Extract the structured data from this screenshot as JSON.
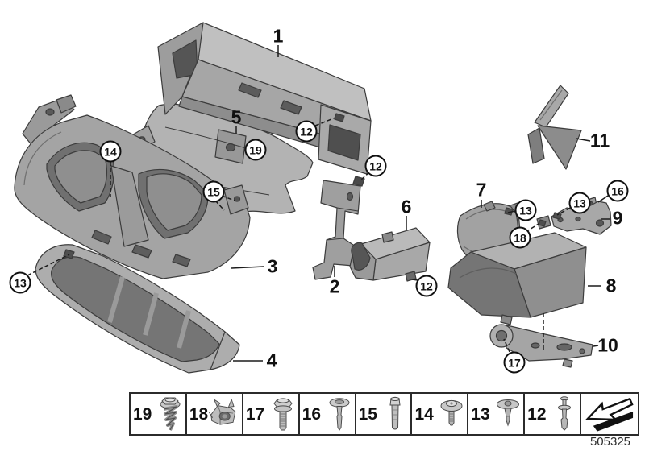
{
  "figure": {
    "diagram_number": "505325"
  },
  "part_labels": {
    "p1": "1",
    "p2": "2",
    "p3": "3",
    "p4": "4",
    "p5": "5",
    "p6": "6",
    "p7": "7",
    "p8": "8",
    "p9": "9",
    "p10": "10",
    "p11": "11"
  },
  "callouts": {
    "c12a": "12",
    "c12b": "12",
    "c12c": "12",
    "c13a": "13",
    "c13b": "13",
    "c13c": "13",
    "c14": "14",
    "c15": "15",
    "c16": "16",
    "c17": "17",
    "c18": "18",
    "c19": "19"
  },
  "fastener_strip": {
    "cells": [
      {
        "label": "19",
        "icon": "coarse-thread-screw-icon"
      },
      {
        "label": "18",
        "icon": "cage-nut-icon"
      },
      {
        "label": "17",
        "icon": "hex-flange-bolt-icon"
      },
      {
        "label": "16",
        "icon": "flat-washer-rivet-icon"
      },
      {
        "label": "15",
        "icon": "pan-head-screw-icon"
      },
      {
        "label": "14",
        "icon": "washer-head-screw-icon"
      },
      {
        "label": "13",
        "icon": "expanding-rivet-icon"
      },
      {
        "label": "12",
        "icon": "blind-rivet-icon"
      }
    ],
    "direction_symbol": "front-of-car-arrow"
  }
}
